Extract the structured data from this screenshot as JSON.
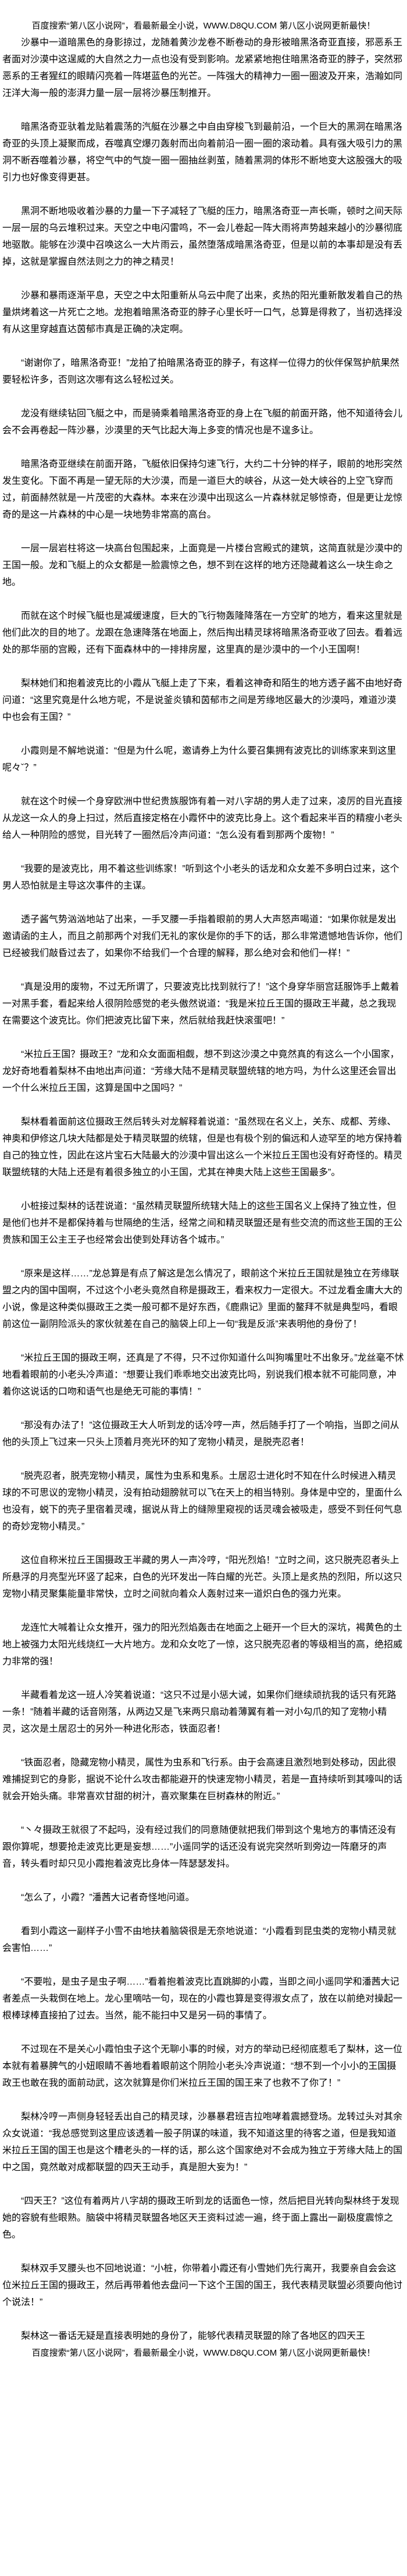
{
  "header": {
    "banner": "百度搜索“第八区小说网”，看最新最全小说，WWW.D8QU.COM   第八区小说网更新最快！"
  },
  "paragraphs": [
    "沙暴中一道暗黑色的身影掠过，龙随着黄沙龙卷不断卷动的身形被暗黑洛奇亚直接，邪恶系王者面对沙漠中这逞威的大自然之力一点也没有受到影响。龙紧紧地抱住暗黑洛奇亚的脖子，突然邪恶系的王者猩红的眼睛闪亮着一阵堪蓝色的光芒。一阵强大的精神力一圈一圈波及开来，浩瀚如同汪洋大海一般的澎湃力量一层一层将沙暴压制推开。",
    "暗黑洛奇亚驮着龙贴着震荡的汽艇在沙暴之中自由穿梭飞到最前沿，一个巨大的黑洞在暗黑洛奇亚的头顶上凝聚而成，吞噬真空爆刃轰射而出向着前沿一圈一圈的滚动着。具有强大吸引力的黑洞不断吞噬着沙暴，将空气中的气旋一圈一圈抽丝剥茧，随着黑洞的体形不断地变大这股强大的吸引力也好像变得更甚。",
    "黑洞不断地吸收着沙暴的力量一下子减轻了飞艇的压力，暗黑洛奇亚一声长嘶，顿时之间天际一层一层的乌云堆积过来。天空之中电闪雷鸣，不一会儿卷起一阵大雨将声势越来越小的沙暴彻底地驱散。能够在沙漠中召唤这么一大片雨云，虽然堕落成暗黑洛奇亚，但是以前的本事却是没有丢掉，这就是掌握自然法则之力的神之精灵！",
    "沙暴和暴雨逐渐平息，天空之中太阳重新从乌云中爬了出来，炙热的阳光重新散发着自己的热量烘烤着这一片死亡之地。龙抱着暗黑洛奇亚的脖子心里长吁一口气，总算是得救了，当初选择没有从这里穿越直达茵郁市真是正确的决定啊。",
    "“谢谢你了，暗黑洛奇亚！”龙拍了拍暗黑洛奇亚的脖子，有这样一位得力的伙伴保驾护航果然要轻松许多，否则这次哪有这么轻松过关。",
    "龙没有继续钻回飞艇之中，而是骑乘着暗黑洛奇亚的身上在飞艇的前面开路，他不知道待会儿会不会再卷起一阵沙暴，沙漠里的天气比起大海上多变的情况也是不遑多让。",
    "暗黑洛奇亚继续在前面开路，飞艇依旧保持匀速飞行，大约二十分钟的样子，眼前的地形突然发生变化。下面不再是一望无际的大沙漠，而是一道巨大的峡谷，从这一处大峡谷的上空飞穿而过，前面赫然就是一片茂密的大森林。本来在沙漠中出现这么一片森林就足够惊奇，但是更让龙惊奇的是这一片森林的中心是一块地势非常高的高台。",
    "一层一层岩柱将这一块高台包围起来，上面竟是一片楼台宫殿式的建筑，这简直就是沙漠中的王国一般。龙和飞艇上的众女都是一脸震惊之色，想不到在这样的地方还隐藏着这么一块生命之地。",
    "而就在这个时候飞艇也是减缓速度，巨大的飞行物轰隆降落在一方空旷的地方，看来这里就是他们此次的目的地了。龙跟在急速降落在地面上，然后掏出精灵球将暗黑洛奇亚收了回去。看着远处的那华丽的宫殿，还有下面森林中的一排排房屋，这里真的是沙漠中的一个小王国啊！",
    "梨林她们和抱着波克比的小霞从飞艇上走了下来，看着这神奇和陌生的地方透子酱不由地好奇问道：“这里究竟是什么地方呢，不是说釜炎镇和茵郁市之间是芳缘地区最大的沙漠吗，难道沙漠中也会有王国？”",
    "小霞则是不解地说道：“但是为什么呢，邀请券上为什么要召集拥有波克比的训练家来到这里呢々ˇ？”",
    "就在这个时候一个身穿欧洲中世纪贵族服饰有着一对八字胡的男人走了过来，凌厉的目光直接从龙这一众人的身上扫过，然后直接定格在小霞怀中的波克比身上。这个看起来半百的精瘦小老头给人一种阴险的感觉，目光转了一圈然后冷声问道：“怎么没有看到那两个废物！”",
    "“我要的是波克比，用不着这些训练家！”听到这个小老头的话龙和众女差不多明白过来，这个男人恐怕就是主导这次事件的主谋。",
    "透子酱气势汹汹地站了出来，一手叉腰一手指着眼前的男人大声怒声喝道：“如果你就是发出邀请函的主人，而且之前那两个对我们无礼的家伙是你的手下的话，那么非常遗憾地告诉你，他们已经被我们敲昏过去了，如果你不给我们一个合理的解释，那么绝对会和他们一样！”",
    "“真是没用的废物，不过无所谓了，只要波克比找到就行了！”这个身穿华丽宫廷服饰手上戴着一对黑手套，看起来给人很阴险感觉的老头傲然说道：“我是米拉丘王国的摄政王半藏，总之我现在需要这个波克比。你们把波克比留下来，然后就给我赶快滚蛋吧！”",
    "“米拉丘王国？摄政王？”龙和众女面面相觑，想不到这沙漠之中竟然真的有这么一个小国家，龙好奇地看着梨林不由地出声问道：“芳缘大陆不是精灵联盟统辖的地方吗，为什么这里还会冒出一个什么米拉丘王国，这算是国中之国吗？”",
    "梨林看着面前这位摄政王然后转头对龙解释着说道：“虽然现在名义上，关东、成都、芳缘、神奥和伊修这几块大陆都是处于精灵联盟的统辖，但是也有极个别的偏远和人迹罕至的地方保持着自己的独立性，因此在这片宝石大陆最大的沙漠中冒出这么一个米拉丘王国也没有好奇怪的。精灵联盟统辖的大陆上还是有着很多独立的小王国，尤其在神奥大陆上这些王国最多”。",
    "小桩接过梨林的话茬说道：“虽然精灵联盟所统辖大陆上的这些王国名义上保持了独立性，但是他们也并不是都保持着与世隔绝的生活，经常之间和精灵联盟还是有些交流的而这些王国的王公贵族和国王公主王子也经常会出使到处拜访各个城市。”",
    "“原来是这样……”龙总算是有点了解这是怎么情况了，眼前这个米拉丘王国就是独立在芳缘联盟之内的国中国啊，不过这个小老头竟然自称是摄政王，看来权力一定很大。不过龙看金庸大大的小说，像是这种类似摄政王之类一般可都不是好东西，《鹿鼎记》里面的鳌拜不就是典型吗，看眼前这位一副阴险派头的家伙就差在自己的脑袋上印上一句“我是反派”来表明他的身份了！",
    "“米拉丘王国的摄政王啊，还真是了不得，只不过你知道什么叫狗嘴里吐不出象牙。”龙丝毫不怵地看着眼前的小老头冷声道：“想要让我们乖乖地交出波克比吗，别说我们根本就不可能同意，冲着你这说话的口吻和语气也是绝无可能的事情！”",
    "“那没有办法了！”这位摄政王大人听到龙的话冷哼一声，然后随手打了一个响指，当即之间从他的头顶上飞过来一只头上顶着月亮光环的知了宠物小精灵，是脱壳忍者！",
    "“脱壳忍者，脱壳宠物小精灵，属性为虫系和鬼系。土居忍士进化时不知在什么时候进入精灵球的不可思议的宠物小精灵，没有拍动翅膀就可以飞在天上的相当特别。身体是中空的，里面什么也没有，蜕下的壳子里宿着灵魂，据说从背上的缝隙里窥视的话灵魂会被吸走，感受不到任何气息的奇妙宠物小精灵。”",
    "这位自称米拉丘王国摄政王半藏的男人一声冷哼，“阳光烈焰！”立时之间，这只脱壳忍者头上所悬浮的月亮型光环竖了起来，白色的光环发出一阵白耀的光芒。头顶上是炙热的烈阳，所以这只宠物小精灵聚集能量非常快，立时之间就向着众人轰射过来一道炽白色的强力光束。",
    "龙连忙大喊着让众女推开，强力的阳光烈焰轰击在地面之上砸开一个巨大的深坑，褐黄色的土地上被强力太阳光线烧红一大片地方。龙和众女吃了一惊，这只脱壳忍者的等级相当的高，绝招威力非常的强！",
    "半藏看着龙这一班人冷笑着说道：“这只不过是小惩大诫，如果你们继续顽抗我的话只有死路一条！”随着半藏的话音刚落，从两边又是飞来两只扇动着薄翼有着一对小勾爪的知了宠物小精灵，这次是土居忍士的另外一种进化形态，铁面忍者！",
    "“铁面忍者，隐藏宠物小精灵，属性为虫系和飞行系。由于会高速且激烈地到处移动，因此很难捕捉到它的身影，据说不论什么攻击都能避开的快速宠物小精灵，若是一直持续听到其嚎叫的话就会开始头痛。非常喜欢甘甜的树汁，喜欢聚集在巨树森林的附近。”",
    "“丶々摄政王就很了不起吗，没有经过我们的同意随便就把我们带到这个鬼地方的事情还没有跟你算呢，想要抢走波克比更是妄想……”小遥同学的话还没有说完突然听到旁边一阵磨牙的声音，转头看时却只见小霞抱着波克比身体一阵瑟瑟发抖。",
    "“怎么了，小霞？”潘茜大记者奇怪地问道。",
    "看到小霞这一副样子小雪不由地扶着脑袋很是无奈地说道：“小霞看到昆虫类的宠物小精灵就会害怕……”",
    "“不要啦，是虫子是虫子啊……”看着抱着波克比直跳脚的小霞，当即之间小遥同学和潘茜大记者差点一头栽倒在地上。龙心里嘀咕一句，现在的小霞也算是变得淑女点了，放在以前绝对操起一根棒球棒直接拍了过去。当然，能不能扫中又是另一码的事情了。",
    "不过现在不是关心小霞怕虫子这个无聊小事的时候，对方的举动已经彻底惹毛了梨林，这一位本就有着暴脾气的小妞眼睛不善地看着眼前这个阴险小老头冷声说道：“想不到一个小小的王国摄政王也敢在我的面前动武，这次就算是你们米拉丘王国的国王来了也救不了你了！”",
    "梨林冷哼一声侧身轻轻丢出自己的精灵球，沙暴暴君班吉拉咆哮着震撼登场。龙转过头对其余众女说道：“我总感觉到这里应该透着一股子阴谋的味道，我不知道这里的待客之道，但是我知道米拉丘王国的国王也是这个糟老头的一样的话，那么这个国家绝对不会成为独立于芳缘大陆上的国中之国，竟然敢对成都联盟的四天王动手，真是胆大妄为！”",
    "“四天王？”这位有着两片八字胡的摄政王听到龙的话面色一惊，然后把目光转向梨林终于发现她的容貌有些眼熟。脑袋中将精灵联盟各地区天王资料过滤一遍，终于面上露出一副极度震惊之色。",
    "梨林双手叉腰头也不回地说道：“小桩，你带着小霞还有小雪她们先行离开，我要亲自会会这位米拉丘王国的摄政王，然后再带着他去盘问一下这个王国的国王，我代表精灵联盟必须要向他讨个说法！”",
    "梨林这一番话无疑是直接表明她的身份了，能够代表精灵联盟的除了各地区的四天王"
  ],
  "footer": {
    "banner": "百度搜索“第八区小说网”，看最新最全小说，WWW.D8QU.COM   第八区小说网更新最快！"
  }
}
